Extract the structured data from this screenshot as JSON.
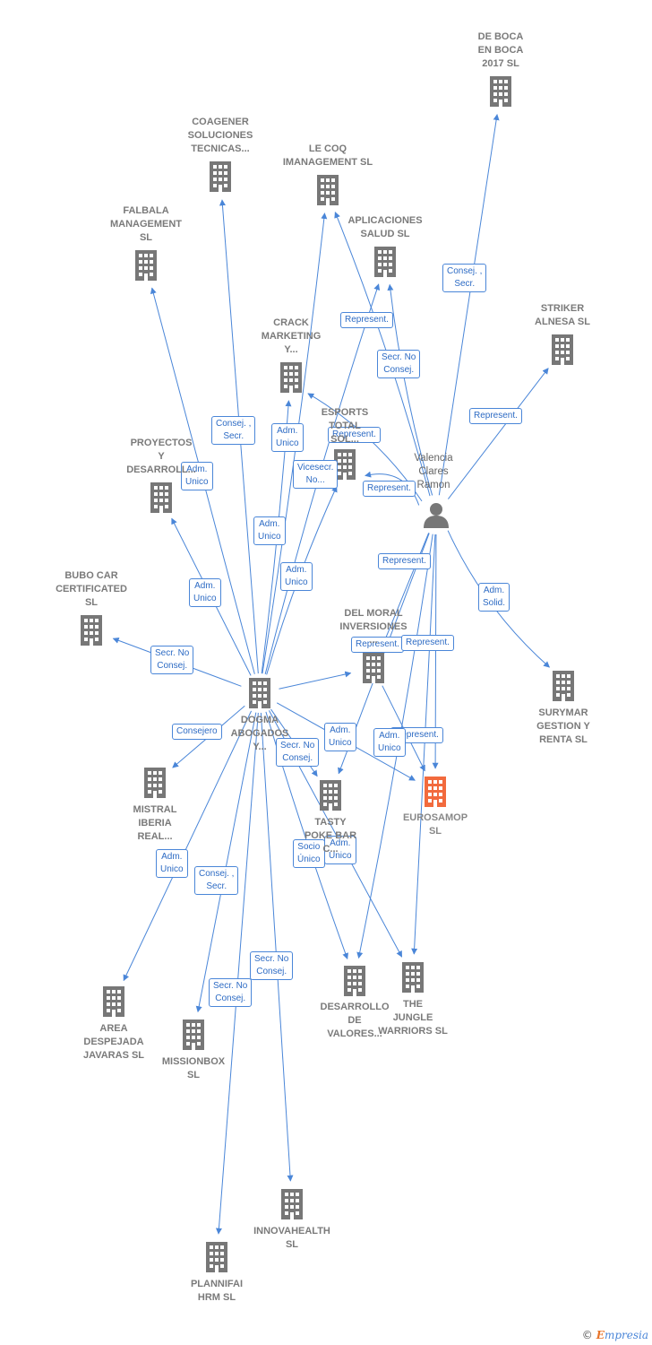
{
  "colors": {
    "edge": "#4a86d8",
    "building": "#777777",
    "focus": "#f26a3d",
    "person": "#777777"
  },
  "nodes": [
    {
      "id": "deboca",
      "label": "DE BOCA\nEN BOCA\n2017  SL",
      "type": "company"
    },
    {
      "id": "coagener",
      "label": "COAGENER\nSOLUCIONES\nTECNICAS...",
      "type": "company"
    },
    {
      "id": "lecoq",
      "label": "LE COQ\nIMANAGEMENT SL",
      "type": "company"
    },
    {
      "id": "falbala",
      "label": "FALBALA\nMANAGEMENT\nSL",
      "type": "company"
    },
    {
      "id": "aplicaciones",
      "label": "APLICACIONES\nSALUD  SL",
      "type": "company"
    },
    {
      "id": "striker",
      "label": "STRIKER\nALNESA  SL",
      "type": "company"
    },
    {
      "id": "crack",
      "label": "CRACK\nMARKETING\nY...",
      "type": "company"
    },
    {
      "id": "esports",
      "label": "ESPORTS\nTOTAL\nSOL...",
      "type": "company"
    },
    {
      "id": "valencia",
      "label": "Valencia\nClares\nRamon",
      "type": "person"
    },
    {
      "id": "proyectos",
      "label": "PROYECTOS\nY\nDESARROLL...",
      "type": "company"
    },
    {
      "id": "bubo",
      "label": "BUBO CAR\nCERTIFICATED\nSL",
      "type": "company"
    },
    {
      "id": "delmoral",
      "label": "DEL MORAL\nINVERSIONES\n...",
      "type": "company"
    },
    {
      "id": "surymar",
      "label": "SURYMAR\nGESTION Y\nRENTA  SL",
      "type": "company"
    },
    {
      "id": "dogma",
      "label": "DOGMA\nABOGADOS\nY...",
      "type": "company"
    },
    {
      "id": "eurosamop",
      "label": "EUROSAMOP\nSL",
      "type": "focus"
    },
    {
      "id": "tasty",
      "label": "TASTY\nPOKE BAR\nC...",
      "type": "company"
    },
    {
      "id": "mistral",
      "label": "MISTRAL\nIBERIA\nREAL...",
      "type": "company"
    },
    {
      "id": "desarrollo",
      "label": "DESARROLLO\nDE\nVALORES...",
      "type": "company"
    },
    {
      "id": "jungle",
      "label": "THE\nJUNGLE\nWARRIORS  SL",
      "type": "company"
    },
    {
      "id": "area",
      "label": "AREA\nDESPEJADA\nJAVARAS SL",
      "type": "company"
    },
    {
      "id": "missionbox",
      "label": "MISSIONBOX\nSL",
      "type": "company"
    },
    {
      "id": "innova",
      "label": "INNOVAHEALTH\nSL",
      "type": "company"
    },
    {
      "id": "plannifai",
      "label": "PLANNIFAI\nHRM  SL",
      "type": "company"
    }
  ],
  "edges": [
    {
      "from": "valencia",
      "to": "deboca",
      "label": "Consej. ,\nSecr."
    },
    {
      "from": "valencia",
      "to": "striker",
      "label": "Represent."
    },
    {
      "from": "valencia",
      "to": "aplicaciones",
      "label": "Represent."
    },
    {
      "from": "valencia",
      "to": "lecoq",
      "label": "Secr.  No\nConsej."
    },
    {
      "from": "valencia",
      "to": "crack",
      "label": "Represent."
    },
    {
      "from": "valencia",
      "to": "esports",
      "label": "Represent."
    },
    {
      "from": "valencia",
      "to": "delmoral",
      "label": "Represent."
    },
    {
      "from": "valencia",
      "to": "surymar",
      "label": "Adm.\nSolid."
    },
    {
      "from": "valencia",
      "to": "eurosamop",
      "label": "Represent."
    },
    {
      "from": "valencia",
      "to": "tasty",
      "label": "Represent."
    },
    {
      "from": "valencia",
      "to": "jungle",
      "label": "Represent."
    },
    {
      "from": "valencia",
      "to": "desarrollo",
      "label": ""
    },
    {
      "from": "dogma",
      "to": "coagener",
      "label": "Consej. ,\nSecr."
    },
    {
      "from": "dogma",
      "to": "lecoq",
      "label": "Adm.\nUnico"
    },
    {
      "from": "dogma",
      "to": "falbala",
      "label": "Adm.\nUnico"
    },
    {
      "from": "dogma",
      "to": "crack",
      "label": "Adm.\nUnico"
    },
    {
      "from": "dogma",
      "to": "aplicaciones",
      "label": "Vicesecr.\nNo..."
    },
    {
      "from": "dogma",
      "to": "esports",
      "label": "Adm.\nUnico"
    },
    {
      "from": "dogma",
      "to": "proyectos",
      "label": "Adm.\nUnico"
    },
    {
      "from": "dogma",
      "to": "bubo",
      "label": "Secr.  No\nConsej."
    },
    {
      "from": "dogma",
      "to": "delmoral",
      "label": "Adm.\nUnico"
    },
    {
      "from": "dogma",
      "to": "eurosamop",
      "label": "Adm.\nUnico"
    },
    {
      "from": "dogma",
      "to": "tasty",
      "label": "Secr.  No\nConsej."
    },
    {
      "from": "dogma",
      "to": "mistral",
      "label": "Consejero"
    },
    {
      "from": "dogma",
      "to": "desarrollo",
      "label": "Socio\nÚnico"
    },
    {
      "from": "dogma",
      "to": "jungle",
      "label": "Adm.\nUnico"
    },
    {
      "from": "dogma",
      "to": "area",
      "label": "Adm.\nUnico"
    },
    {
      "from": "dogma",
      "to": "missionbox",
      "label": "Consej. ,\nSecr."
    },
    {
      "from": "dogma",
      "to": "innova",
      "label": "Secr.  No\nConsej."
    },
    {
      "from": "dogma",
      "to": "plannifai",
      "label": "Secr.  No\nConsej."
    },
    {
      "from": "delmoral",
      "to": "eurosamop",
      "label": "Adm.\nSolid."
    }
  ],
  "footer": {
    "copyright": "©",
    "brand_first": "E",
    "brand_rest": "mpresia"
  }
}
